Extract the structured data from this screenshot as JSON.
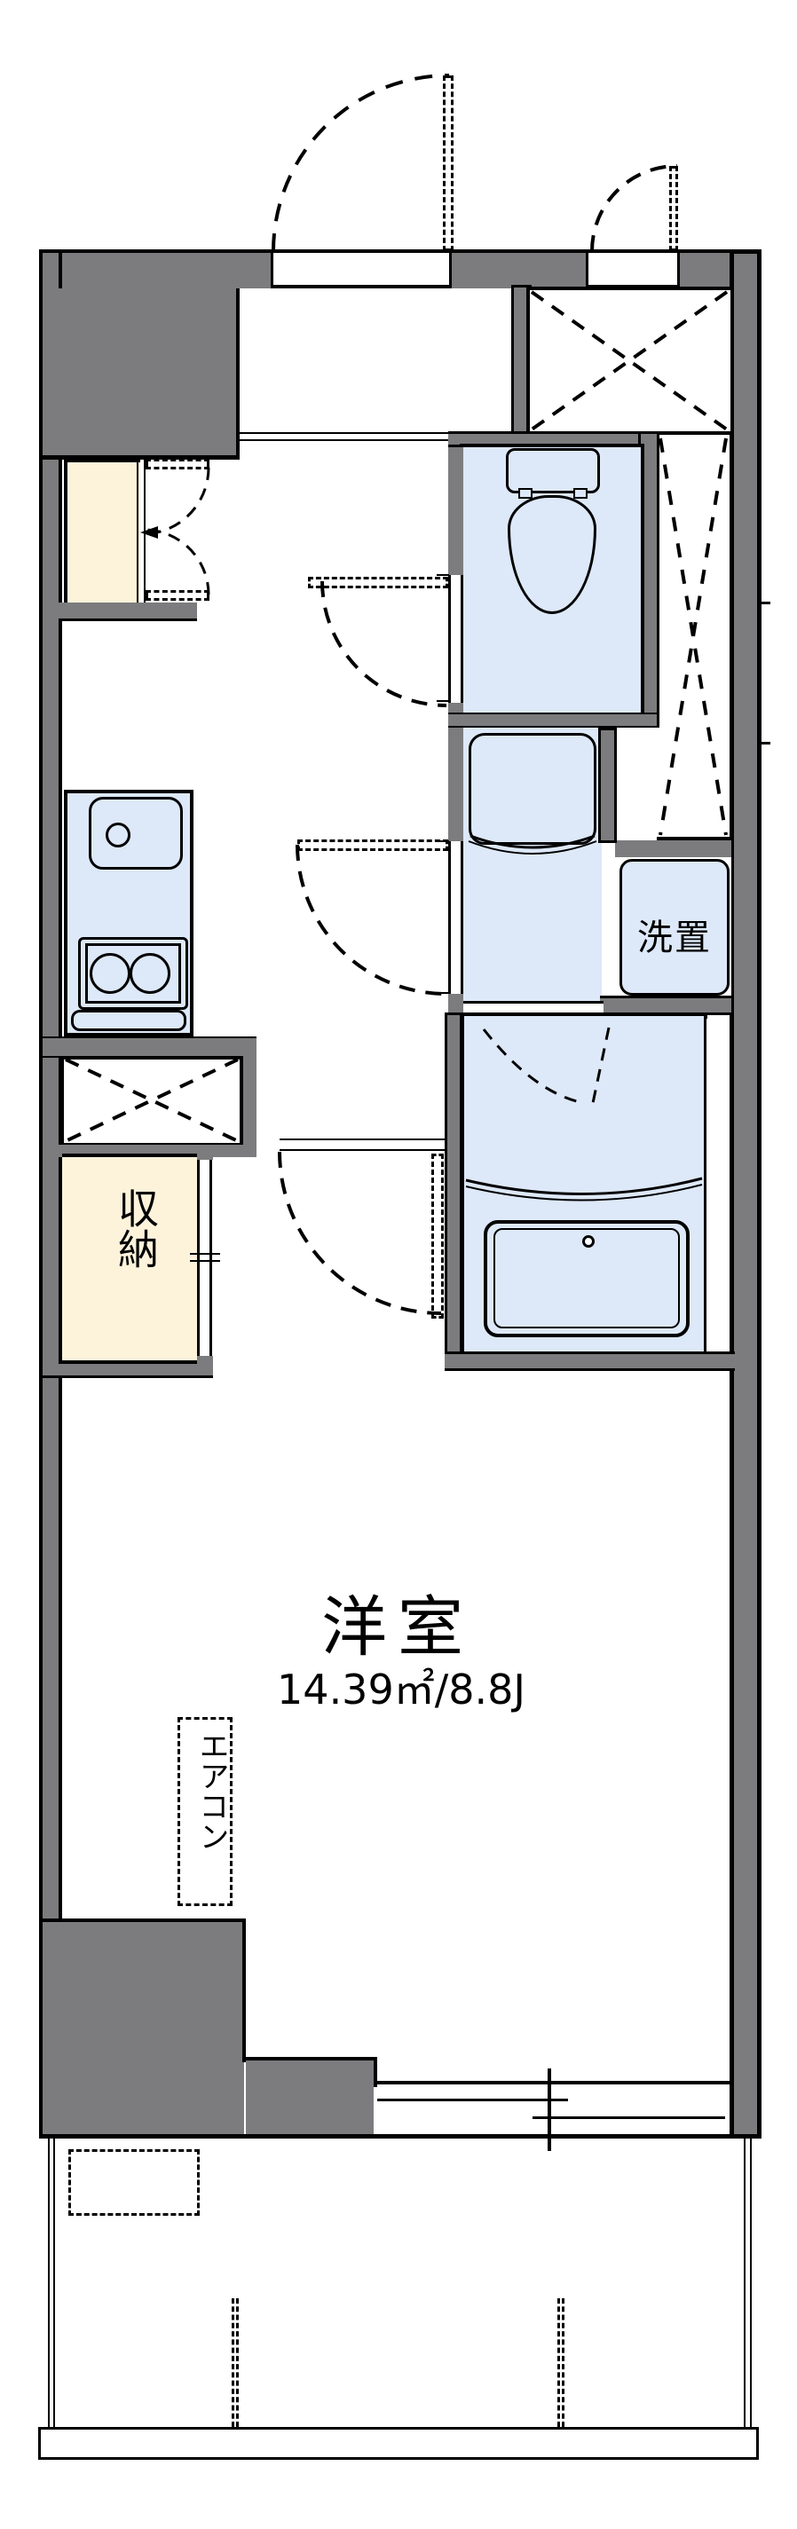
{
  "title": "apartment-floor-plan",
  "labels": {
    "main_room": "洋室",
    "main_room_area": "14.39㎡/8.8J",
    "storage": "収納",
    "washer_place": "洗置",
    "aircon": "エアコン"
  },
  "colors": {
    "wall_gray": "#7c7c7e",
    "fixture_blue": "#dde8f8",
    "storage_cream": "#fdf3db",
    "line_black": "#000000",
    "background": "#ffffff"
  },
  "symbols": [
    "entry-door-swing",
    "closet-door-swing",
    "closet-cross",
    "pipe-space-cross",
    "toilet",
    "washbasin",
    "washing-machine-space",
    "bathtub",
    "bath-folding-door",
    "kitchen-sink",
    "gas-stove",
    "refrigerator-space-cross",
    "shoe-cabinet",
    "storage-sliding-door",
    "room-door-swing",
    "sliding-window",
    "balcony-rail",
    "balcony-partition",
    "air-conditioner-box",
    "entrance-step"
  ]
}
